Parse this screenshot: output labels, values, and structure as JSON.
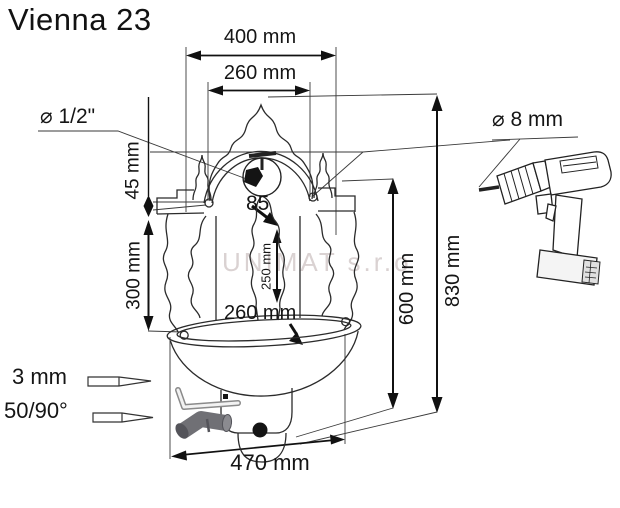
{
  "title": "Vienna 23",
  "watermark": "UNIMAT s.r.o",
  "colors": {
    "line": "#1a1a1a",
    "elbow_gray": "#6f6f75",
    "watermark_gray": "#c6baba"
  },
  "labels": {
    "width_overall_top": "400 mm",
    "hole_spacing": "260 mm",
    "tap_thread": "⌀ 1/2\"",
    "top_offset": "45 mm",
    "plate_height": "300 mm",
    "tap_height": "85",
    "inner_drop": "250 mm",
    "basin_width": "260 mm",
    "height_to_tap": "600 mm",
    "total_height": "830 mm",
    "base_width": "470 mm",
    "hex_key_size": "3 mm",
    "elbow_angle": "50/90°",
    "drill_hole": "⌀ 8 mm"
  }
}
